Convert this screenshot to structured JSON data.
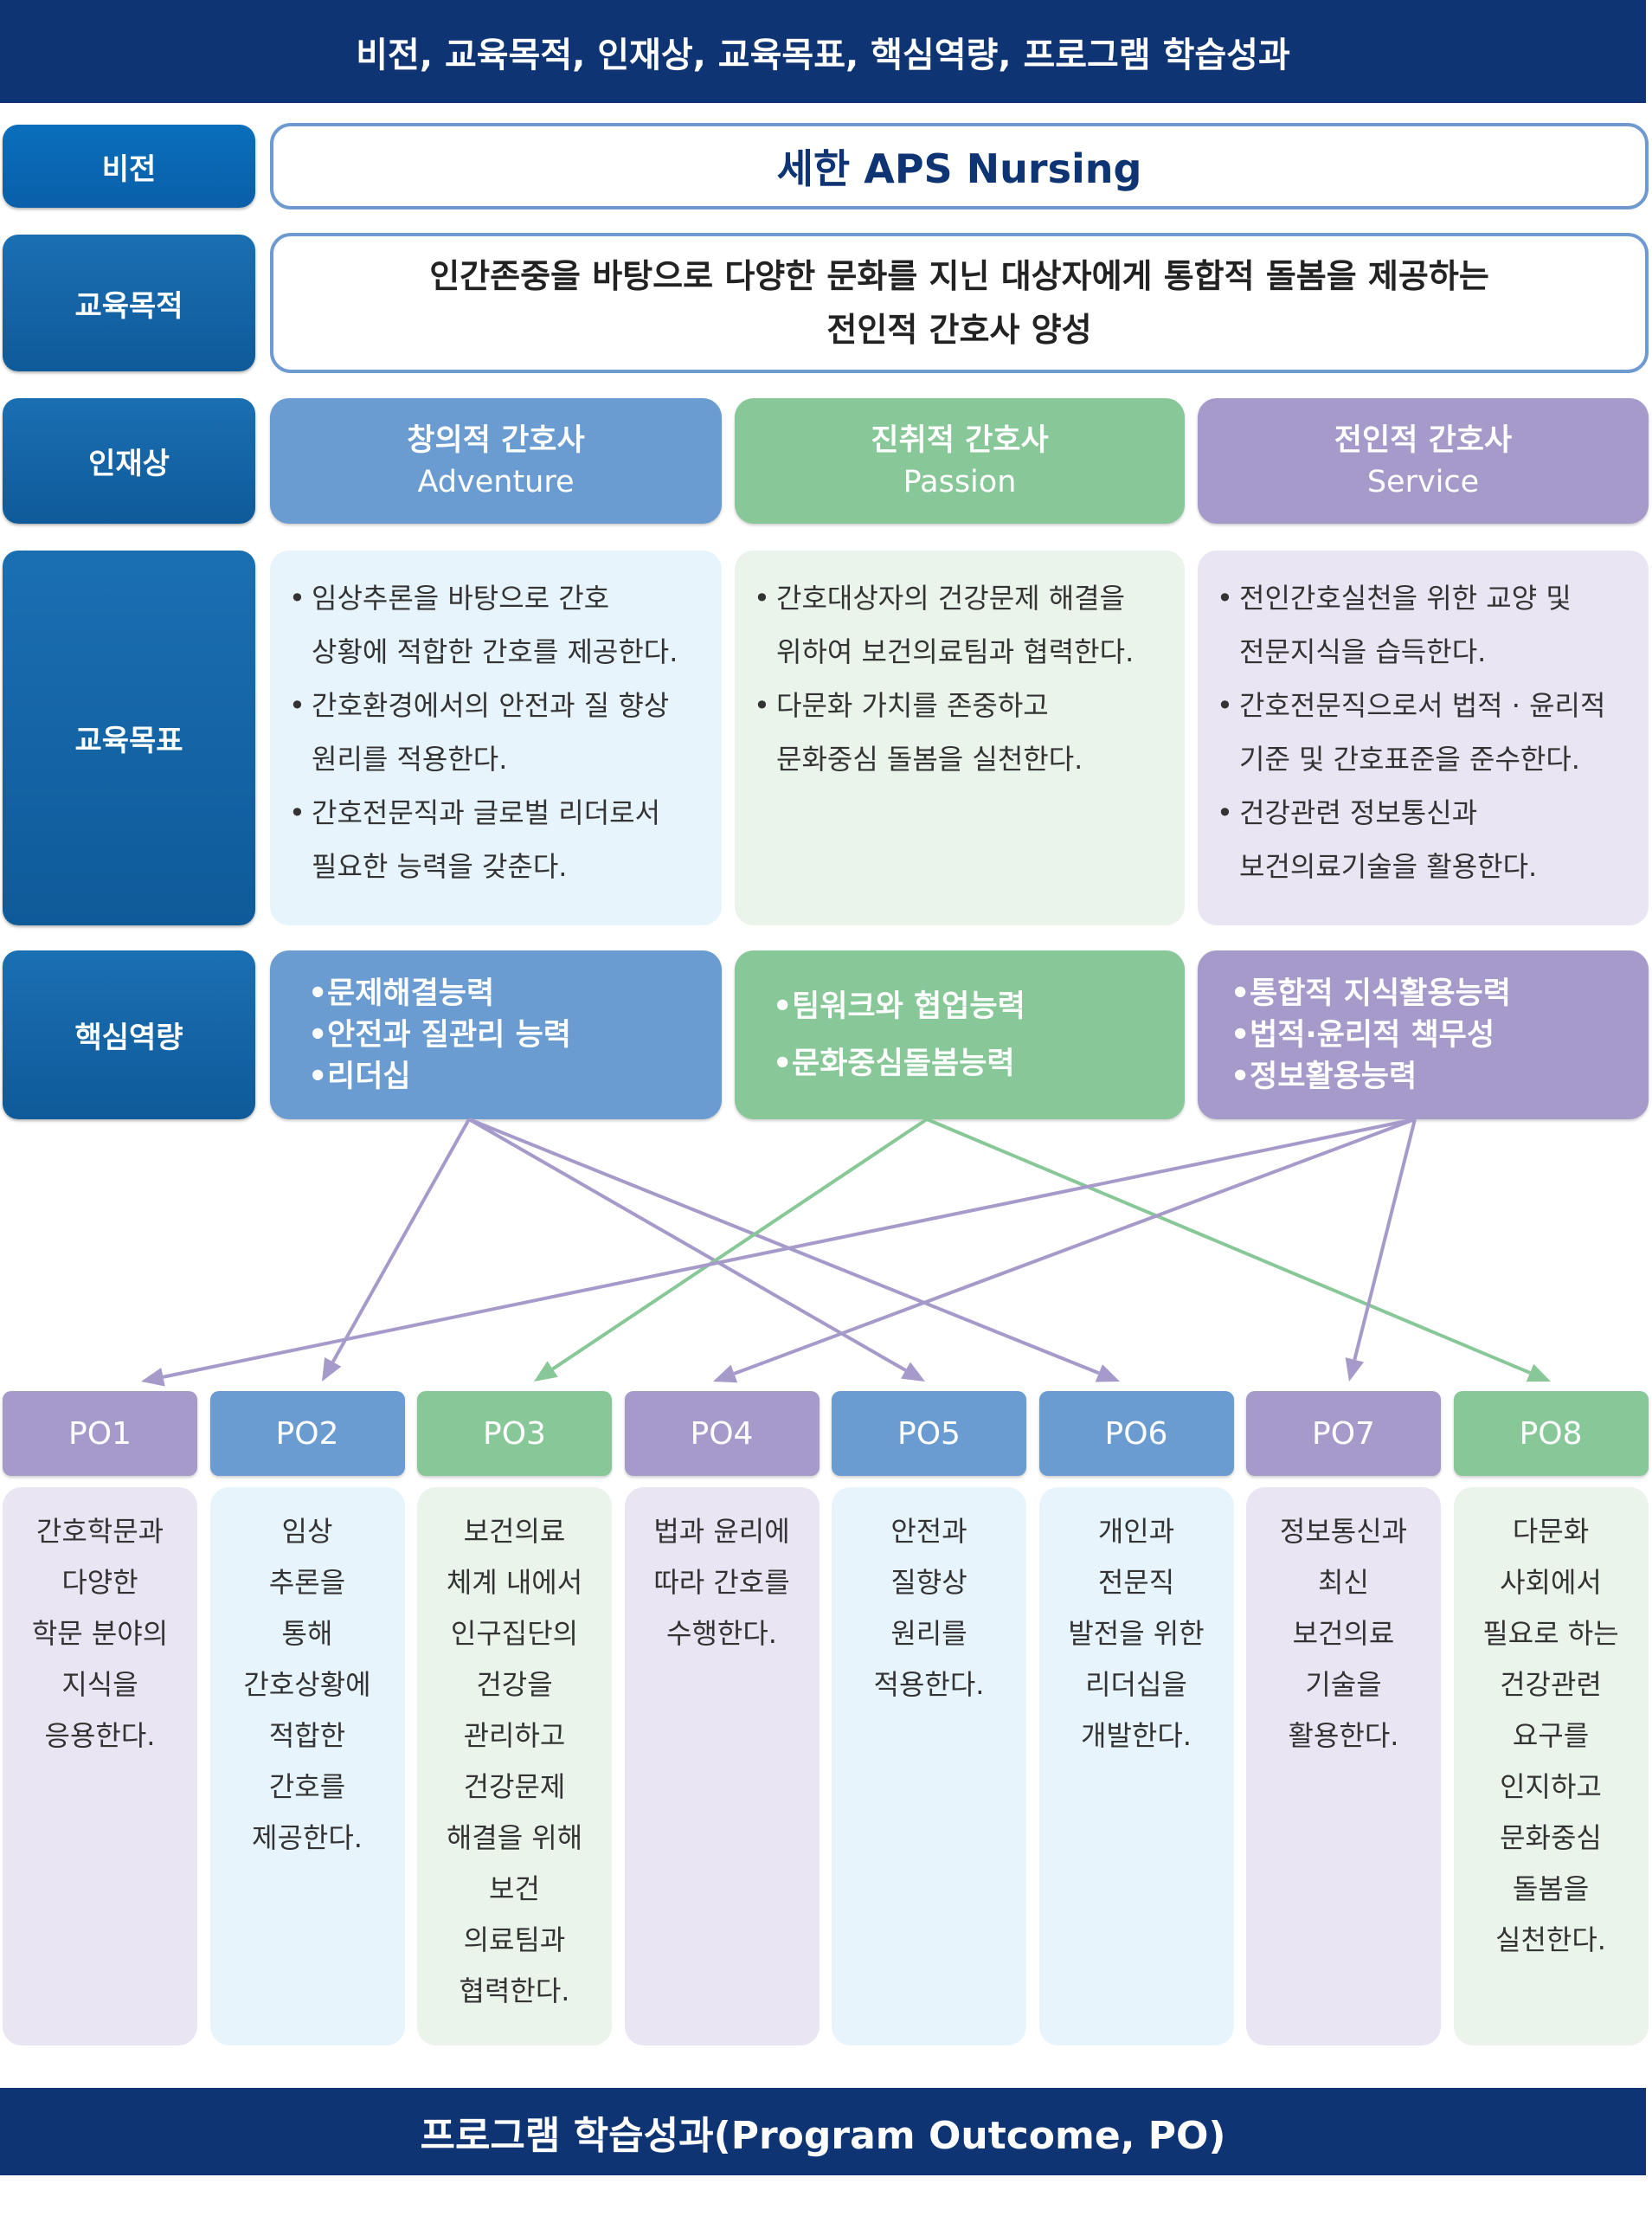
{
  "header": {
    "title": "비전, 교육목적, 인재상, 교육목표, 핵심역량, 프로그램 학습성과"
  },
  "rows": {
    "vision": {
      "label": "비전",
      "text": "세한 APS Nursing"
    },
    "purpose": {
      "label": "교육목적",
      "lines": [
        "인간존중을 바탕으로 다양한 문화를 지닌 대상자에게 통합적 돌봄을 제공하는",
        "전인적 간호사 양성"
      ]
    },
    "talent": {
      "label": "인재상",
      "items": [
        {
          "ko": "창의적 간호사",
          "en": "Adventure"
        },
        {
          "ko": "진취적 간호사",
          "en": "Passion"
        },
        {
          "ko": "전인적 간호사",
          "en": "Service"
        }
      ]
    },
    "goals": {
      "label": "교육목표",
      "columns": [
        [
          [
            "임상추론을 바탕으로 간호",
            "상황에 적합한 간호를 제공한다."
          ],
          [
            "간호환경에서의 안전과 질 향상",
            "원리를 적용한다."
          ],
          [
            "간호전문직과 글로벌 리더로서",
            "필요한 능력을 갖춘다."
          ]
        ],
        [
          [
            "간호대상자의 건강문제 해결을",
            "위하여 보건의료팀과 협력한다."
          ],
          [
            "다문화 가치를 존중하고",
            "문화중심 돌봄을 실천한다."
          ]
        ],
        [
          [
            "전인간호실천을 위한 교양 및",
            "전문지식을 습득한다."
          ],
          [
            "간호전문직으로서 법적 · 윤리적",
            "기준 및 간호표준을 준수한다."
          ],
          [
            "건강관련 정보통신과",
            "보건의료기술을 활용한다."
          ]
        ]
      ]
    },
    "competency": {
      "label": "핵심역량",
      "columns": [
        [
          "문제해결능력",
          "안전과 질관리 능력",
          "리더십"
        ],
        [
          "팀워크와 협업능력",
          "문화중심돌봄능력"
        ],
        [
          "통합적 지식활용능력",
          "법적·윤리적 책무성",
          "정보활용능력"
        ]
      ]
    }
  },
  "links": [
    {
      "from": 0,
      "to": [
        1,
        4,
        5
      ]
    },
    {
      "from": 1,
      "to": [
        2,
        7
      ]
    },
    {
      "from": 2,
      "to": [
        0,
        3,
        6
      ]
    }
  ],
  "colors": {
    "blue": "#6a9bd1",
    "green": "#88c797",
    "purple": "#a59ac9",
    "navy": "#0f3474"
  },
  "outcomes": [
    {
      "code": "PO1",
      "color": "purple",
      "lines": [
        "간호학문과",
        "다양한",
        "학문 분야의",
        "지식을",
        "응용한다."
      ]
    },
    {
      "code": "PO2",
      "color": "blue",
      "lines": [
        "임상",
        "추론을",
        "통해",
        "간호상황에",
        "적합한",
        "간호를",
        "제공한다."
      ]
    },
    {
      "code": "PO3",
      "color": "green",
      "lines": [
        "보건의료",
        "체계 내에서",
        "인구집단의",
        "건강을",
        "관리하고",
        "건강문제",
        "해결을 위해",
        "보건",
        "의료팀과",
        "협력한다."
      ]
    },
    {
      "code": "PO4",
      "color": "purple",
      "lines": [
        "법과 윤리에",
        "따라 간호를",
        "수행한다."
      ]
    },
    {
      "code": "PO5",
      "color": "blue",
      "lines": [
        "안전과",
        "질향상",
        "원리를",
        "적용한다."
      ]
    },
    {
      "code": "PO6",
      "color": "blue",
      "lines": [
        "개인과",
        "전문직",
        "발전을 위한",
        "리더십을",
        "개발한다."
      ]
    },
    {
      "code": "PO7",
      "color": "purple",
      "lines": [
        "정보통신과",
        "최신",
        "보건의료",
        "기술을",
        "활용한다."
      ]
    },
    {
      "code": "PO8",
      "color": "green",
      "lines": [
        "다문화",
        "사회에서",
        "필요로 하는",
        "건강관련",
        "요구를",
        "인지하고",
        "문화중심",
        "돌봄을",
        "실천한다."
      ]
    }
  ],
  "footer": {
    "title": "프로그램 학습성과(Program Outcome, PO)"
  }
}
